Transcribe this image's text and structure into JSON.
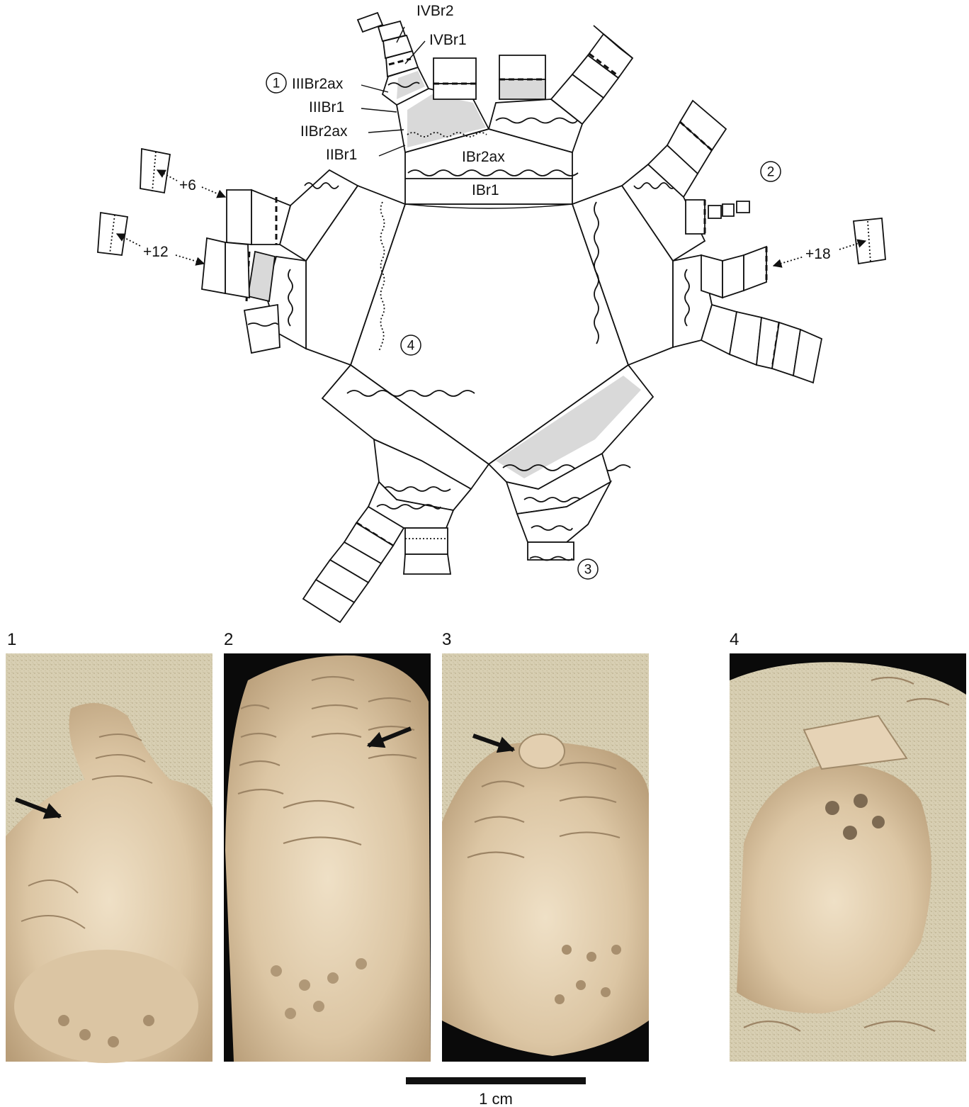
{
  "diagram": {
    "labels": {
      "ivbr2": "IVBr2",
      "ivbr1": "IVBr1",
      "iiibr2ax": "IIIBr2ax",
      "iiibr1": "IIIBr1",
      "iibr2ax": "IIBr2ax",
      "iibr1": "IIBr1",
      "ibr2ax": "IBr2ax",
      "ibr1": "IBr1"
    },
    "view_markers": [
      "1",
      "2",
      "3",
      "4"
    ],
    "counts": {
      "left_upper": "+6",
      "left_lower": "+12",
      "right": "+18"
    }
  },
  "photo_panels": {
    "labels": [
      "1",
      "2",
      "3",
      "4"
    ],
    "arrows": [
      "present",
      "present",
      "present",
      "absent"
    ]
  },
  "scale_bar": {
    "label": "1 cm"
  },
  "colors": {
    "shading": "#d9d9d9",
    "line": "#111111",
    "photo_bg": "#0a0a0a",
    "fossil": "#e6d3b6"
  }
}
